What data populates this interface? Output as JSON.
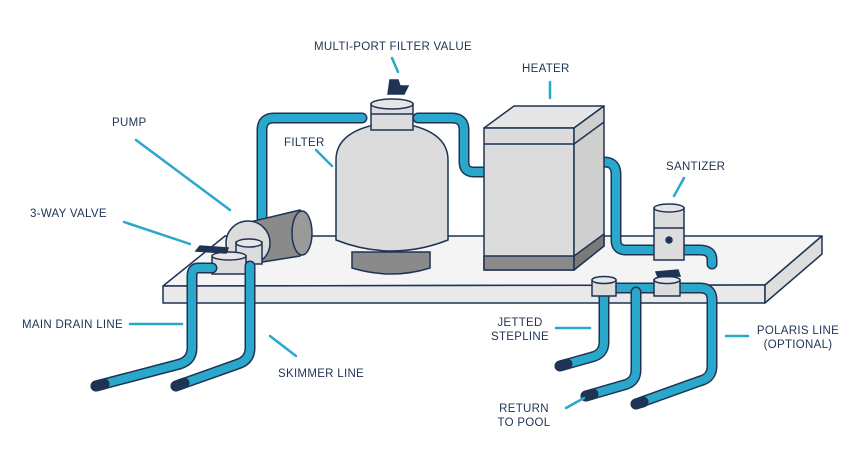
{
  "labels": {
    "multiport": "MULTI-PORT FILTER VALUE",
    "heater": "HEATER",
    "pump": "PUMP",
    "filter": "FILTER",
    "santizer": "SANTIZER",
    "three_way_valve": "3-WAY VALVE",
    "main_drain_line": "MAIN DRAIN LINE",
    "skimmer_line": "SKIMMER LINE",
    "jetted_stepline_1": "JETTED",
    "jetted_stepline_2": "STEPLINE",
    "return_to_pool_1": "RETURN",
    "return_to_pool_2": "TO POOL",
    "polaris_line_1": "POLARIS LINE",
    "polaris_line_2": "(OPTIONAL)"
  },
  "colors": {
    "pipe": "#29a8cc",
    "pipe_end": "#1f3354",
    "outline": "#1f3354",
    "leader": "#29a8cc",
    "tank": "#dcdcdc",
    "slab": "#f2f2f2"
  }
}
